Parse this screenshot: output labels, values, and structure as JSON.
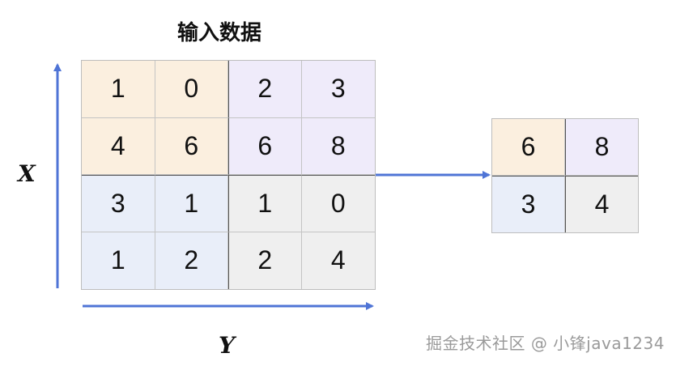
{
  "title": "输入数据",
  "input_grid": [
    [
      1,
      0,
      2,
      3
    ],
    [
      4,
      6,
      6,
      8
    ],
    [
      3,
      1,
      1,
      0
    ],
    [
      1,
      2,
      2,
      4
    ]
  ],
  "output_grid": [
    [
      6,
      8
    ],
    [
      3,
      4
    ]
  ],
  "axis": {
    "x_label": "X",
    "y_label": "Y"
  },
  "colors": {
    "quadrant_top_left": "#fbefdf",
    "quadrant_top_right": "#efebfa",
    "quadrant_bottom_left": "#e9eef9",
    "quadrant_bottom_right": "#efefef",
    "arrow": "#4f74d6"
  },
  "watermark": "掘金技术社区 @ 小锋java1234"
}
